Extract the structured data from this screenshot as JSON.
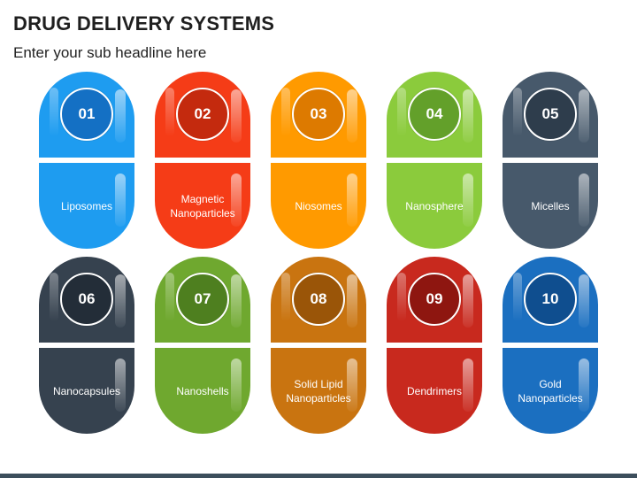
{
  "header": {
    "title": "DRUG DELIVERY SYSTEMS",
    "subtitle": "Enter your sub headline here"
  },
  "items": [
    {
      "number": "01",
      "label": "Liposomes",
      "color": "#1e9cf0",
      "circle": "#1470c4"
    },
    {
      "number": "02",
      "label": "Magnetic\nNanoparticles",
      "color": "#f53c17",
      "circle": "#c42a0e"
    },
    {
      "number": "03",
      "label": "Niosomes",
      "color": "#ff9a00",
      "circle": "#dd7a00"
    },
    {
      "number": "04",
      "label": "Nanosphere",
      "color": "#8bcb3c",
      "circle": "#63a02a"
    },
    {
      "number": "05",
      "label": "Micelles",
      "color": "#47596b",
      "circle": "#2e3d4c"
    },
    {
      "number": "06",
      "label": "Nanocapsules",
      "color": "#36424f",
      "circle": "#232d38"
    },
    {
      "number": "07",
      "label": "Nanoshells",
      "color": "#6fa82f",
      "circle": "#4e7f1f"
    },
    {
      "number": "08",
      "label": "Solid Lipid\nNanoparticles",
      "color": "#c97410",
      "circle": "#9a5508"
    },
    {
      "number": "09",
      "label": "Dendrimers",
      "color": "#c8291e",
      "circle": "#8e1610"
    },
    {
      "number": "10",
      "label": "Gold\nNanoparticles",
      "color": "#1b6fc0",
      "circle": "#0f4e8f"
    }
  ]
}
